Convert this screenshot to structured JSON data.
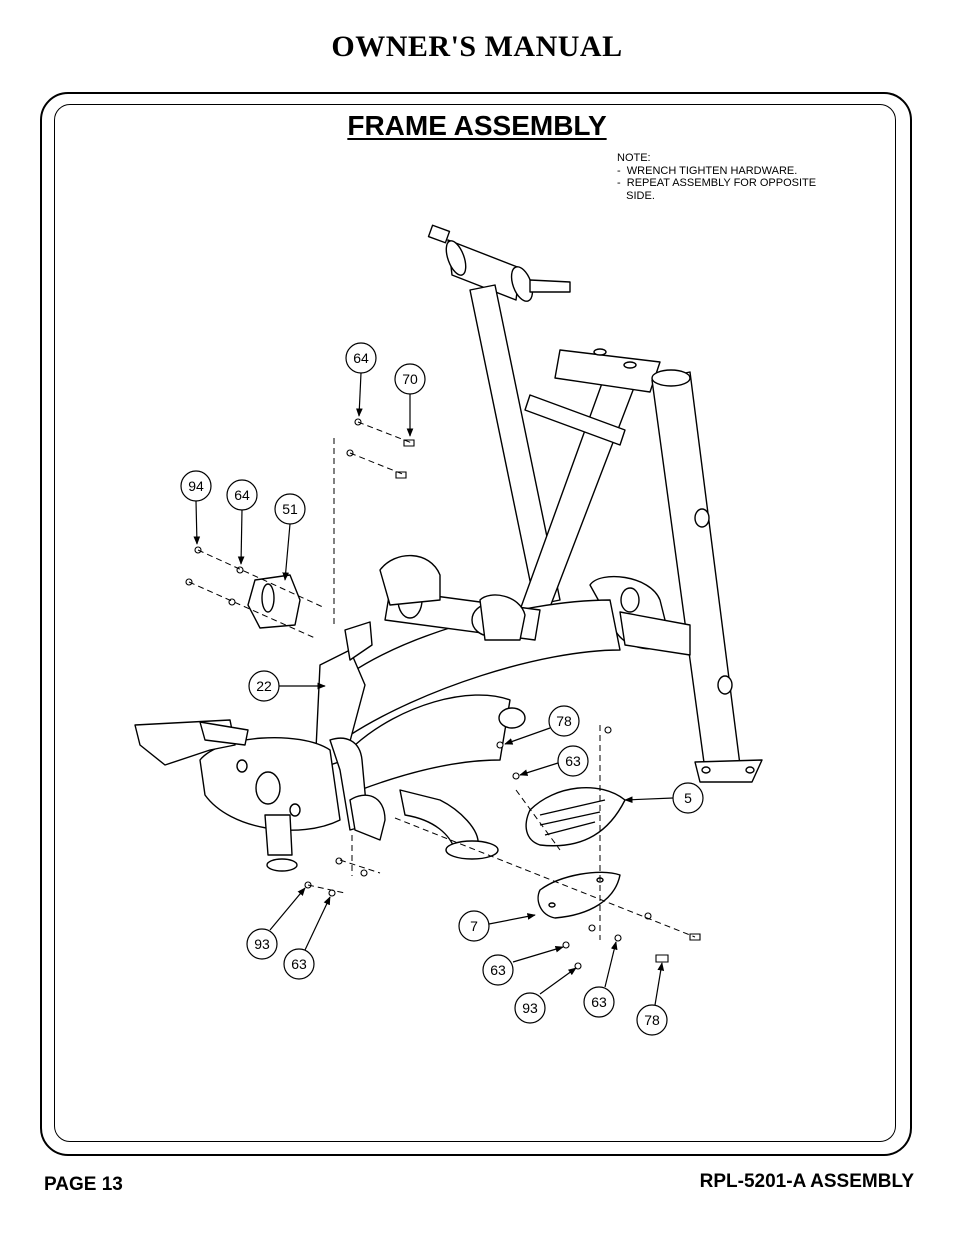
{
  "header": {
    "title": "OWNER'S MANUAL"
  },
  "section": {
    "title": "FRAME ASSEMBLY"
  },
  "notes": [
    "NOTE:",
    "-  WRENCH TIGHTEN HARDWARE.",
    "-  REPEAT ASSEMBLY FOR OPPOSITE",
    "   SIDE."
  ],
  "callouts": [
    "64",
    "70",
    "94",
    "64",
    "51",
    "22",
    "78",
    "63",
    "5",
    "7",
    "93",
    "63",
    "63",
    "93",
    "63",
    "78"
  ],
  "footer": {
    "page": "PAGE 13",
    "doc_id": "RPL-5201-A ASSEMBLY"
  }
}
